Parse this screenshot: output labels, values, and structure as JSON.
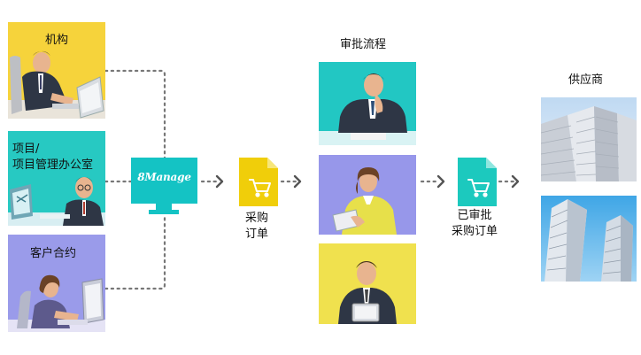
{
  "left_panels": [
    {
      "label": "机构",
      "bg": "#F6D33B",
      "figure": "man-at-computer"
    },
    {
      "label_lines": [
        "项目/",
        "项目管理办公室"
      ],
      "bg": "#27C9C2",
      "figure": "man-at-computer"
    },
    {
      "label": "客户合约",
      "bg": "#9A9BEA",
      "figure": "woman-at-computer"
    }
  ],
  "center_node": {
    "logo_text": "8Manage",
    "bg": "#14C3C4",
    "icon": "monitor-icon"
  },
  "po_doc": {
    "label_lines": [
      "采购",
      "订单"
    ],
    "bg": "#F0CE0A",
    "icon": "shopping-cart-icon"
  },
  "approval": {
    "title": "审批流程",
    "panels": [
      {
        "bg": "#22C7C3",
        "figure": "man-thinking"
      },
      {
        "bg": "#9797EA",
        "figure": "woman-with-tablet"
      },
      {
        "bg": "#F0E14E",
        "figure": "man-with-tablet"
      }
    ]
  },
  "approved_po_doc": {
    "label_lines": [
      "已审批",
      "采购订单"
    ],
    "bg": "#1CC9BE",
    "icon": "shopping-cart-icon"
  },
  "supplier": {
    "title": "供应商",
    "images": [
      "skyscraper-photo",
      "skyscraper-photo"
    ]
  },
  "colors": {
    "connector": "#777777",
    "arrow": "#555555"
  }
}
